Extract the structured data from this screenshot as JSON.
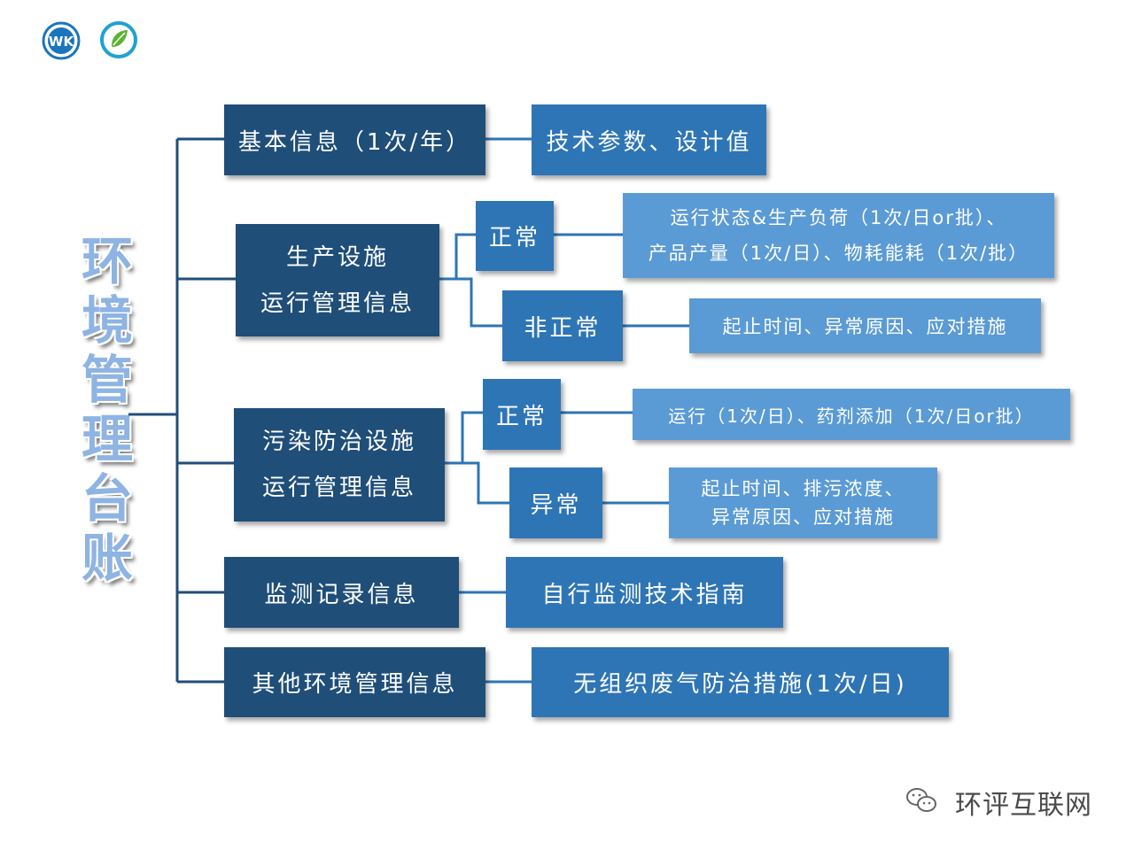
{
  "logos": {
    "left_text": "WK",
    "left_icon": "wk-logo-icon",
    "right_icon": "leaf-logo-icon"
  },
  "title": "环境管理台账",
  "tree": {
    "basic": {
      "label": "基本信息（1次/年）",
      "detail": "技术参数、设计值"
    },
    "production": {
      "label_lines": [
        "生产设施",
        "运行管理信息"
      ],
      "normal": {
        "label": "正常",
        "detail_lines": [
          "运行状态&生产负荷（1次/日or批）、",
          "产品产量（1次/日）、物耗能耗（1次/批）"
        ]
      },
      "abnormal": {
        "label": "非正常",
        "detail": "起止时间、异常原因、应对措施"
      }
    },
    "pollution": {
      "label_lines": [
        "污染防治设施",
        "运行管理信息"
      ],
      "normal": {
        "label": "正常",
        "detail": "运行（1次/日）、药剂添加（1次/日or批）"
      },
      "abnormal": {
        "label": "异常",
        "detail_lines": [
          "起止时间、排污浓度、",
          "异常原因、应对措施"
        ]
      }
    },
    "monitoring": {
      "label": "监测记录信息",
      "detail": "自行监测技术指南"
    },
    "other": {
      "label": "其他环境管理信息",
      "detail": "无组织废气防治措施(1次/日)"
    }
  },
  "watermark": {
    "icon": "wechat-icon",
    "text": "环评互联网"
  },
  "colors": {
    "dark": "#1f4e79",
    "medium": "#2e75b6",
    "light": "#5b9bd5",
    "title": "#8eb4e3"
  }
}
